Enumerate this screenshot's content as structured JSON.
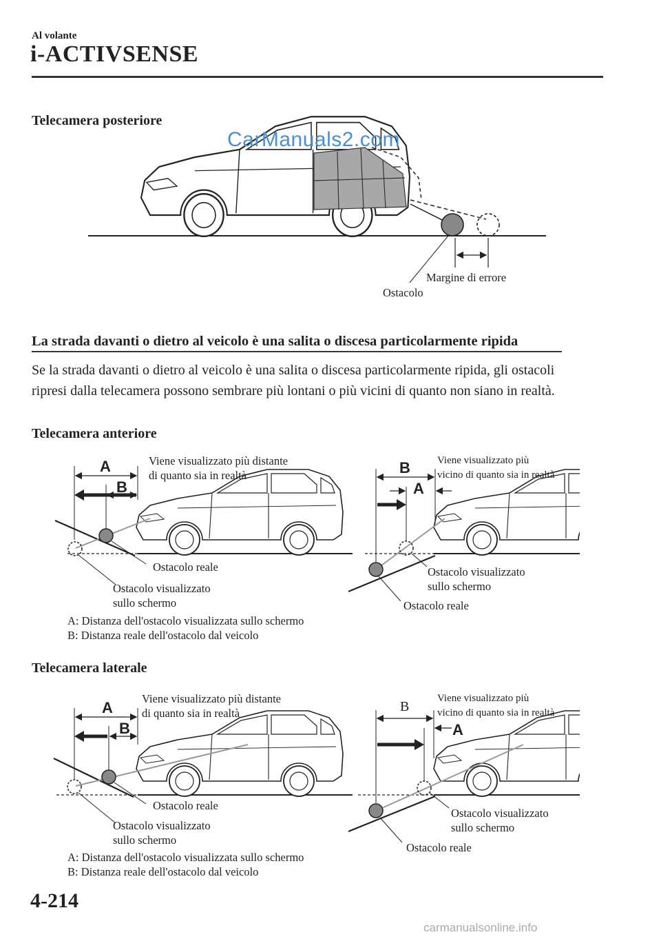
{
  "header": {
    "section": "Al volante",
    "chapter": "i-ACTIVSENSE"
  },
  "watermark": "CarManuals2.com",
  "rear_figure": {
    "title": "Telecamera posteriore",
    "labels": {
      "error_margin": "Margine di errore",
      "obstacle": "Ostacolo"
    }
  },
  "section": {
    "heading": "La strada davanti o dietro al veicolo è una salita o discesa particolarmente ripida",
    "body": "Se la strada davanti o dietro al veicolo è una salita o discesa particolarmente ripida, gli ostacoli ripresi dalla telecamera possono sembrare più lontani o più vicini di quanto non siano in realtà."
  },
  "front_figure": {
    "title": "Telecamera anteriore",
    "left": {
      "letter_a": "A",
      "letter_b": "B",
      "caption_line1": "Viene visualizzato più distante",
      "caption_line2": "di quanto sia in realtà",
      "real_obstacle": "Ostacolo reale",
      "displayed_line1": "Ostacolo visualizzato",
      "displayed_line2": "sullo schermo"
    },
    "right": {
      "letter_a": "A",
      "letter_b": "B",
      "caption_line1": "Viene visualizzato più",
      "caption_line2": "vicino di quanto sia in realtà",
      "displayed_line1": "Ostacolo visualizzato",
      "displayed_line2": "sullo schermo",
      "real_obstacle": "Ostacolo reale"
    },
    "legend": {
      "a": "A: Distanza dell'ostacolo visualizzata sullo schermo",
      "b": "B: Distanza reale dell'ostacolo dal veicolo"
    }
  },
  "side_figure": {
    "title": "Telecamera laterale",
    "left": {
      "letter_a": "A",
      "letter_b": "B",
      "caption_line1": "Viene visualizzato più distante",
      "caption_line2": "di quanto sia in realtà",
      "real_obstacle": "Ostacolo reale",
      "displayed_line1": "Ostacolo visualizzato",
      "displayed_line2": "sullo schermo"
    },
    "right": {
      "letter_a": "A",
      "letter_b": "B",
      "caption_line1": "Viene visualizzato più",
      "caption_line2": "vicino di quanto sia in realtà",
      "displayed_line1": "Ostacolo visualizzato",
      "displayed_line2": "sullo schermo",
      "real_obstacle": "Ostacolo reale"
    },
    "legend": {
      "a": "A: Distanza dell'ostacolo visualizzata sullo schermo",
      "b": "B: Distanza reale dell'ostacolo dal veicolo"
    }
  },
  "footer": {
    "page_number": "4-214",
    "url": "carmanualsonline.info"
  }
}
